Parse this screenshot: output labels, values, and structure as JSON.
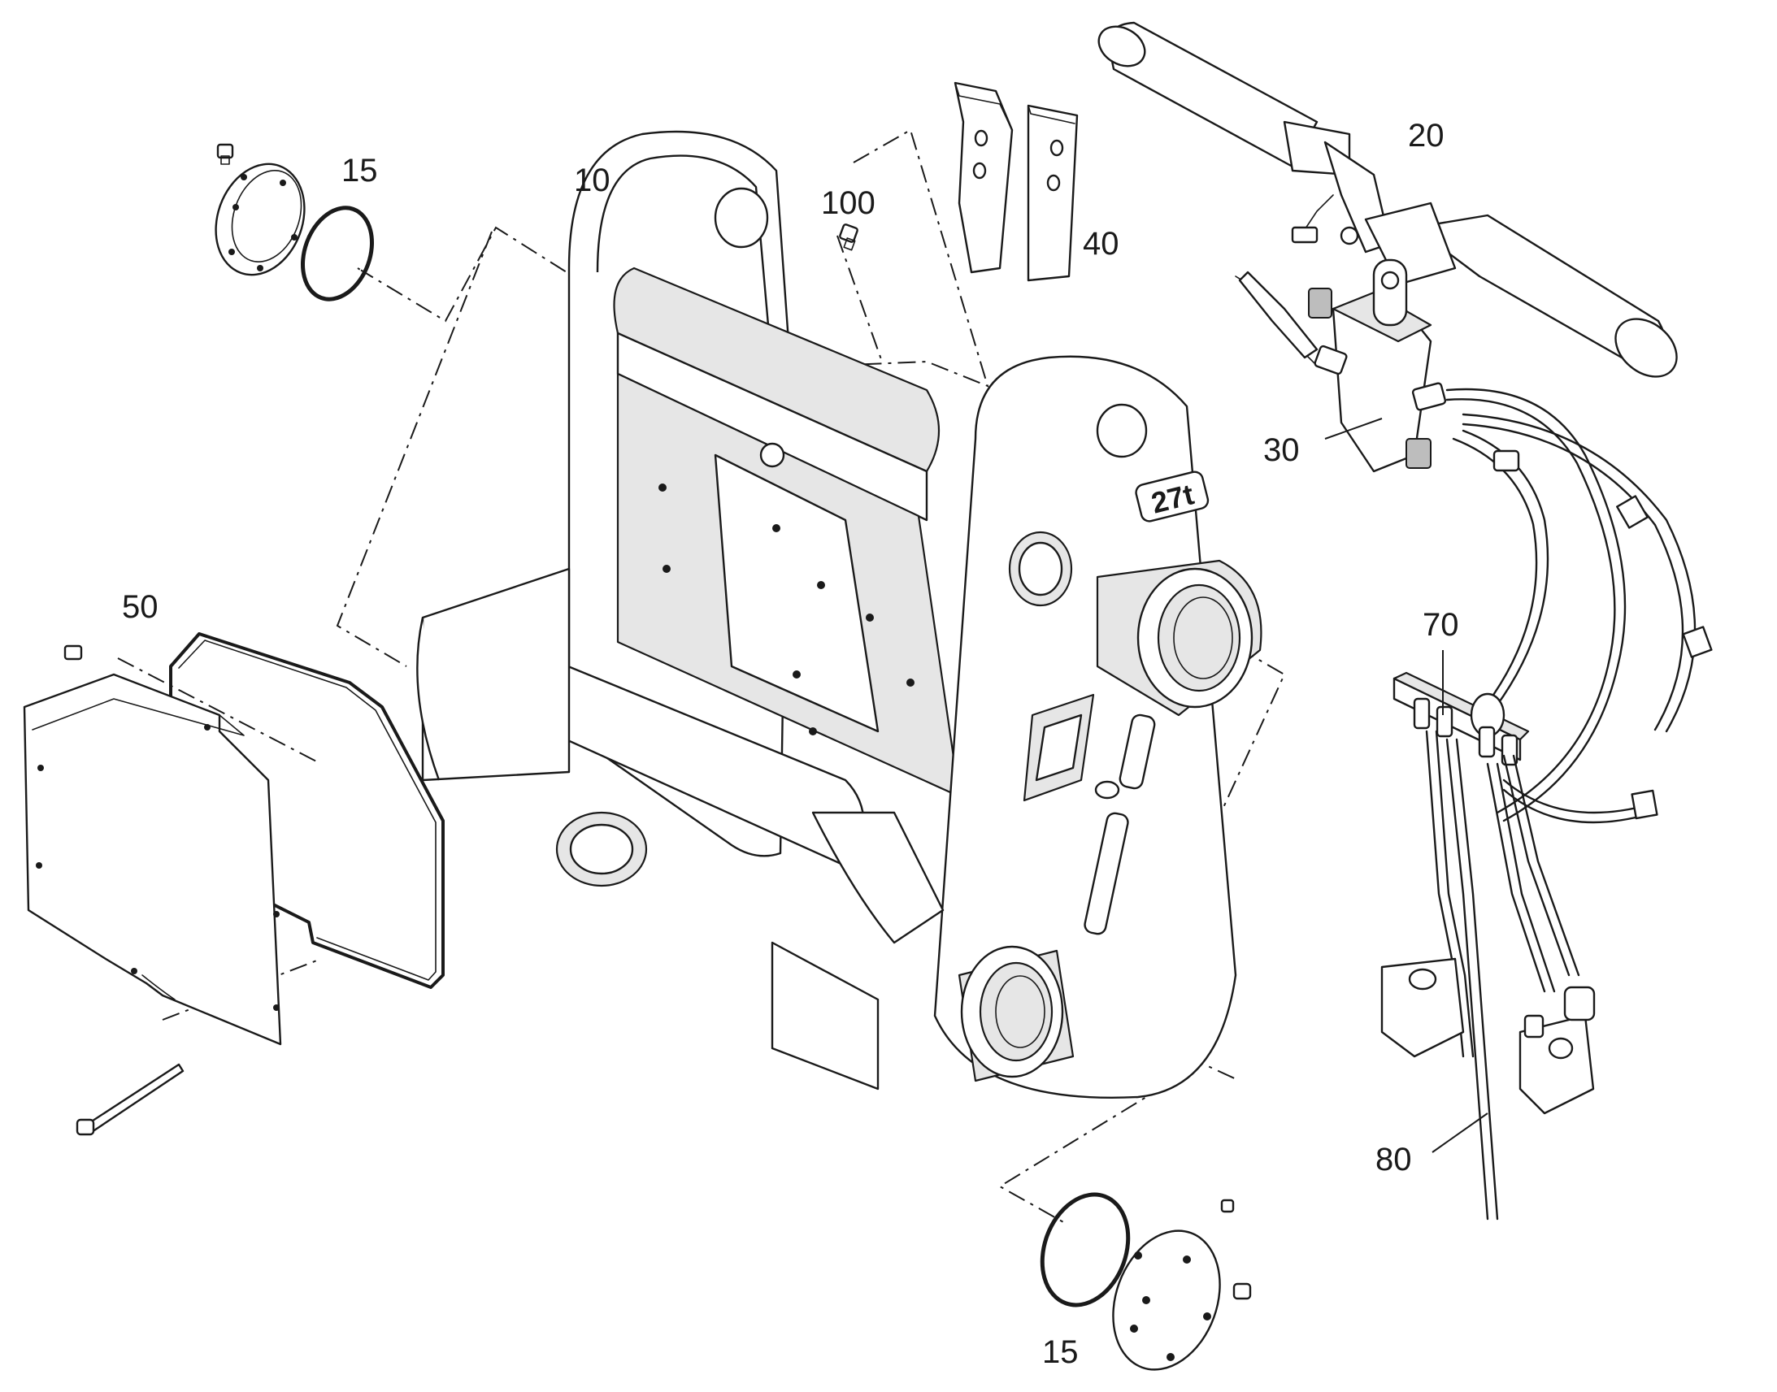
{
  "callouts": {
    "c10": "10",
    "c15_top": "15",
    "c15_bottom": "15",
    "c20": "20",
    "c30": "30",
    "c40": "40",
    "c50": "50",
    "c70": "70",
    "c80": "80",
    "c100": "100"
  },
  "embossed_marking": "27t"
}
